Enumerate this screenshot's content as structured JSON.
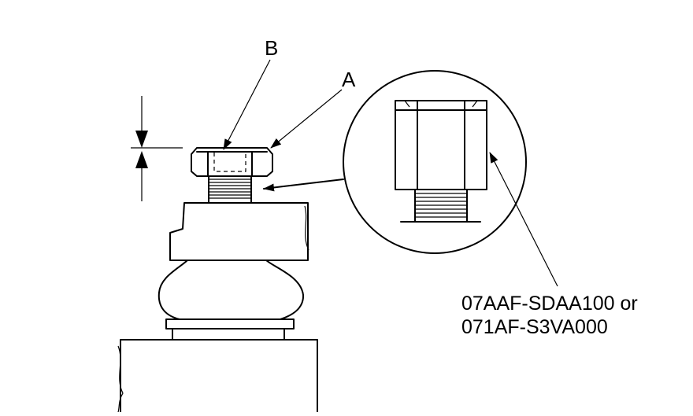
{
  "callouts": {
    "a": "A",
    "b": "B"
  },
  "tool_label": {
    "line1": "07AAF-SDAA100 or",
    "line2": "071AF-S3VA000"
  }
}
